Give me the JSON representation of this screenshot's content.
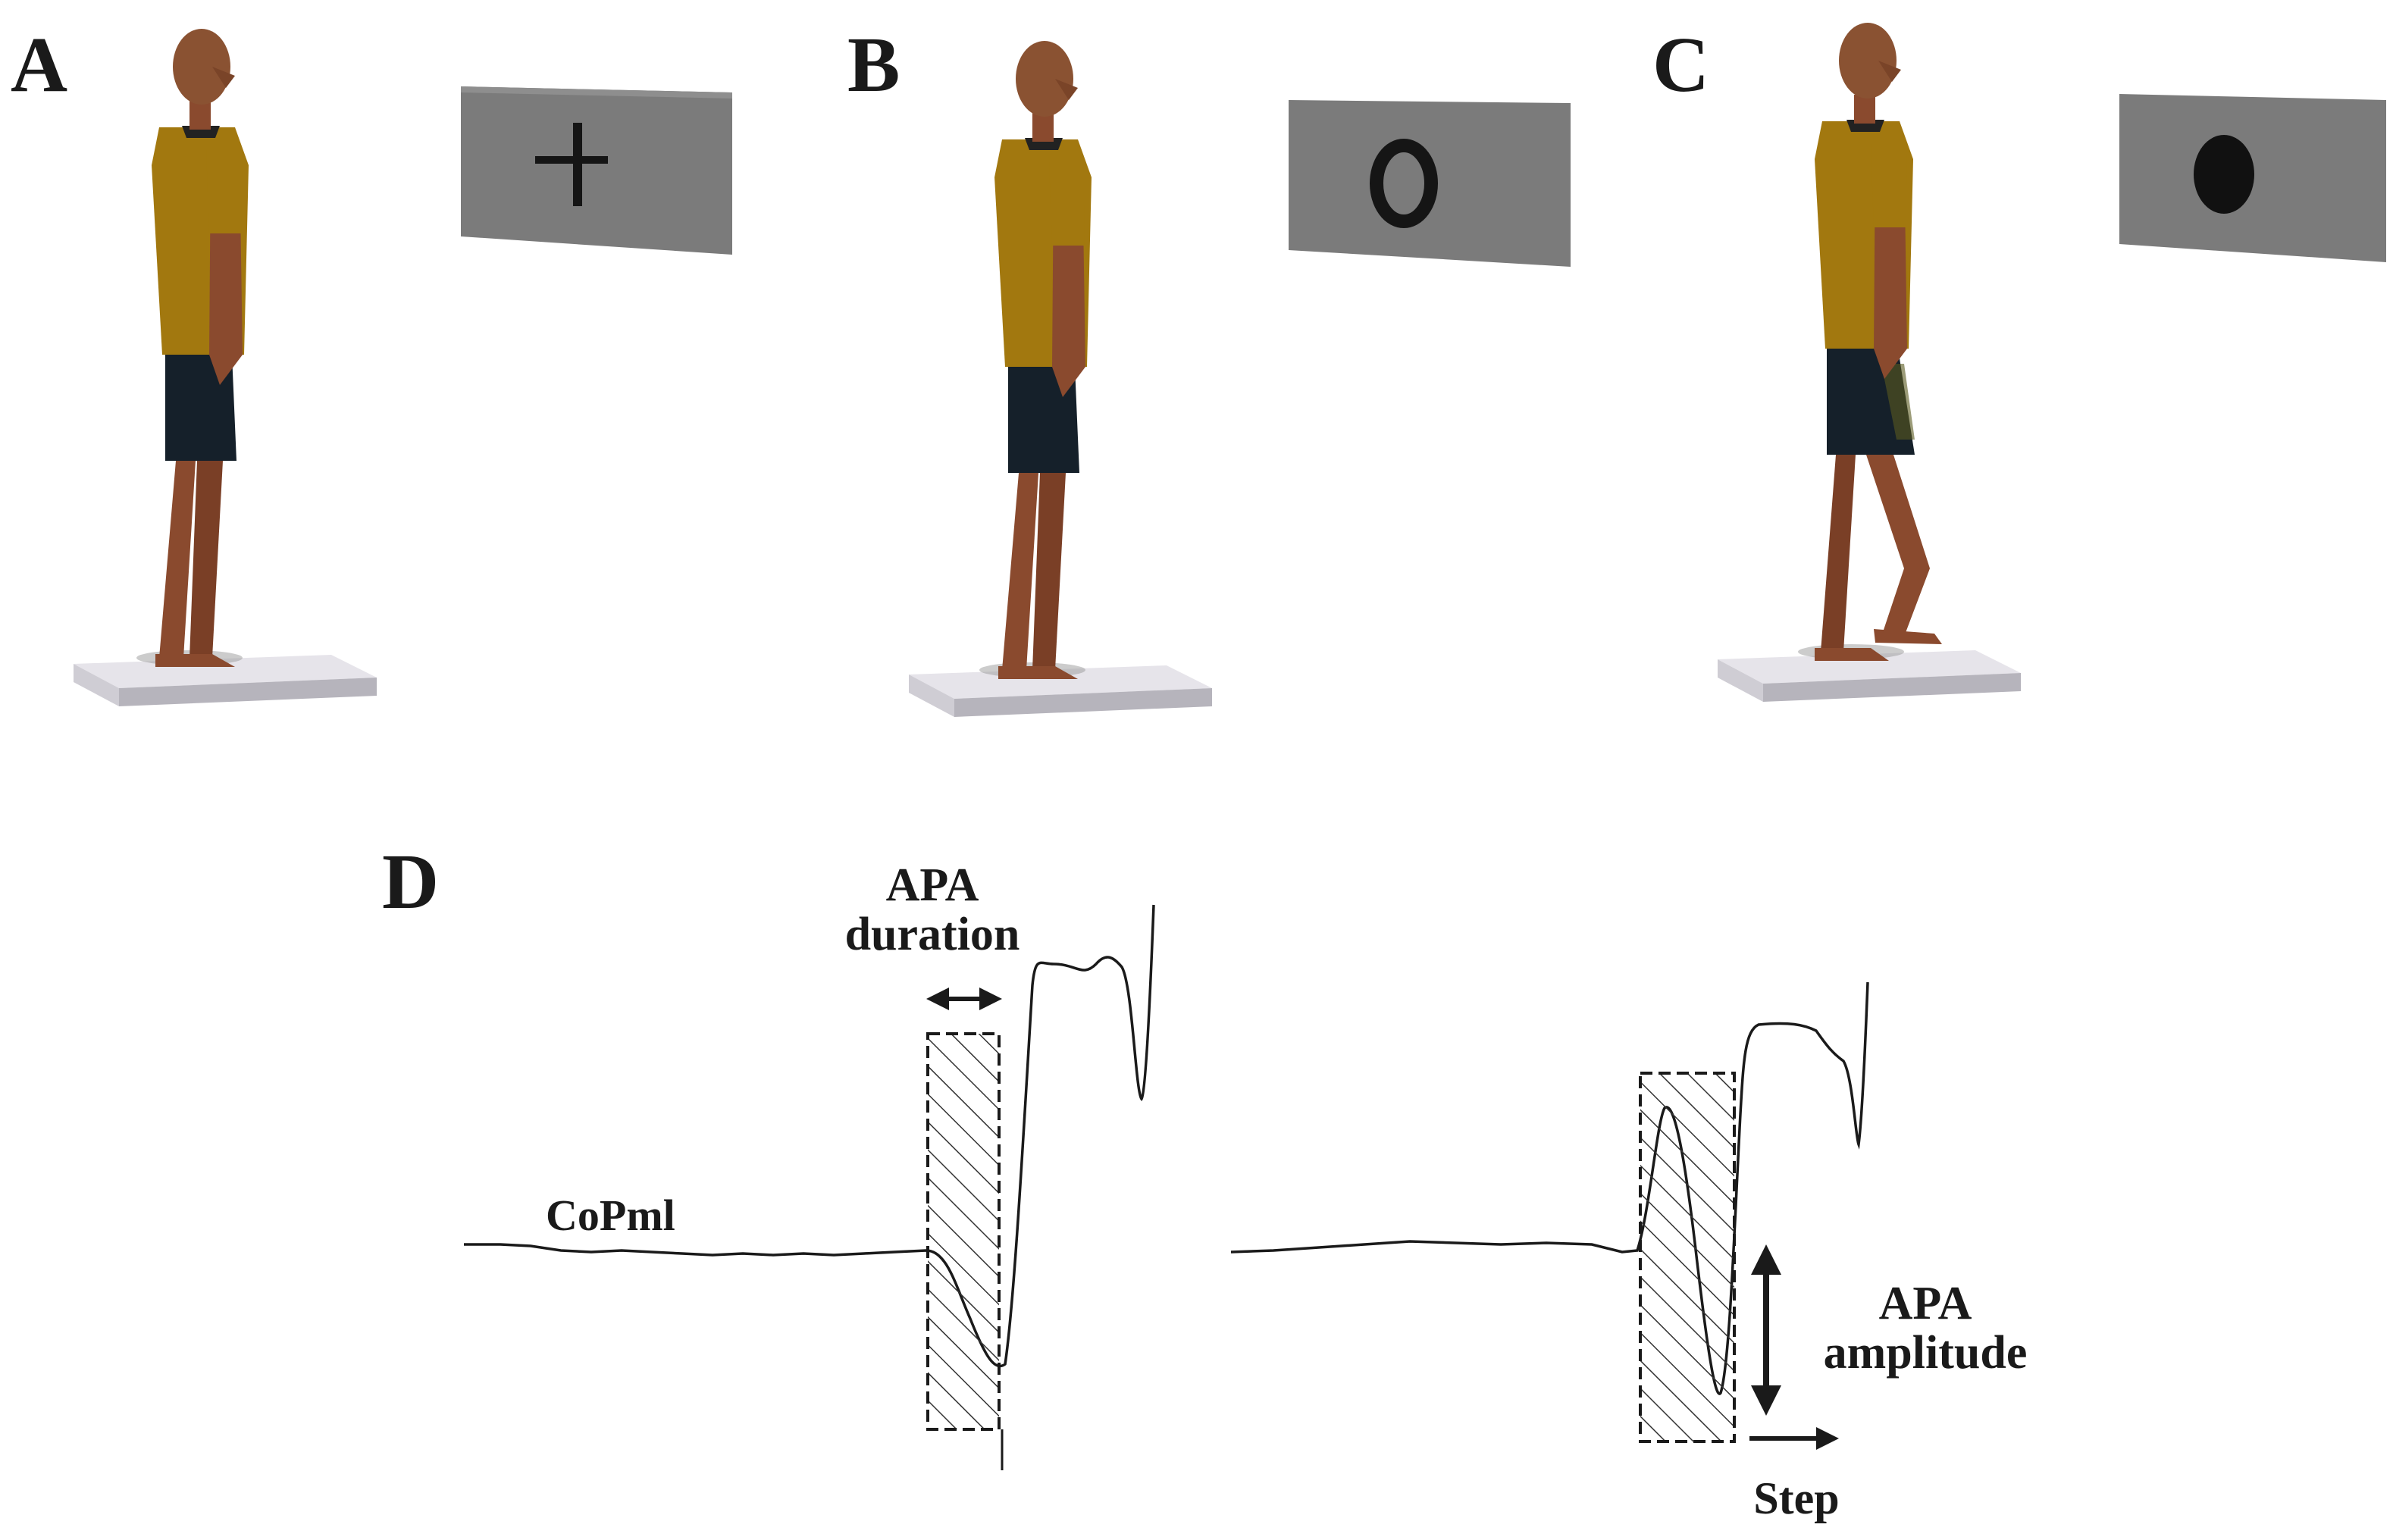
{
  "panels": {
    "a": {
      "letter": "A",
      "stimulus": "cross-symbol"
    },
    "b": {
      "letter": "B",
      "stimulus": "open-circle-symbol"
    },
    "c": {
      "letter": "C",
      "stimulus": "filled-circle-symbol"
    },
    "d": {
      "letter": "D"
    }
  },
  "figure_colors": {
    "shirt": "#a2780f",
    "skin": "#8a4a2e",
    "shorts": "#15202a",
    "screen": "#7b7b7b",
    "platform": "#e6e4ea",
    "trace": "#1a1a1a"
  },
  "labels": {
    "apa_duration": [
      "APA",
      "duration"
    ],
    "copml": "CoPml",
    "apa_amplitude": [
      "APA",
      "amplitude"
    ],
    "step": "Step"
  }
}
